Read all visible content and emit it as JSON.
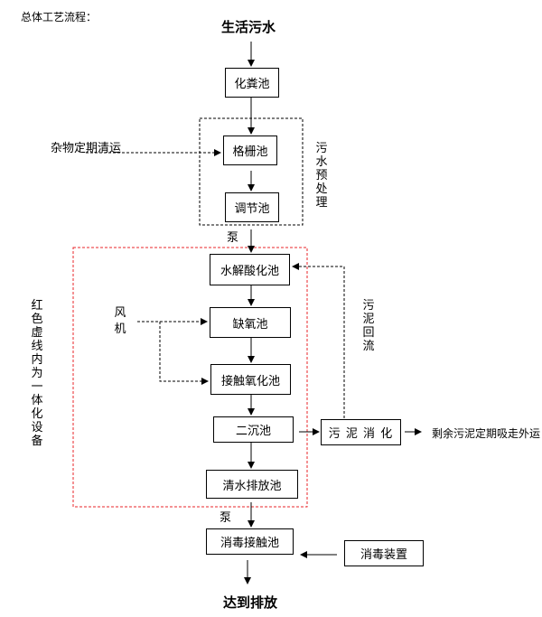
{
  "heading": "总体工艺流程：",
  "start": "生活污水",
  "end": "达到排放",
  "nodes": {
    "septic": "化粪池",
    "grille": "格栅池",
    "regulate": "调节池",
    "hydrolysis": "水解酸化池",
    "anoxic": "缺氧池",
    "contact_oxidation": "接触氧化池",
    "secondary_settling": "二沉池",
    "clear_water": "清水排放池",
    "disinfection_contact": "消毒接触池",
    "disinfection_device": "消毒装置",
    "sludge_digestion": "污 泥 消 化"
  },
  "labels": {
    "debris": "杂物定期清运",
    "pretreatment": "污水预处理",
    "pump1": "泵",
    "pump2": "泵",
    "blower": "风机",
    "integrated": "红色虚线内为一体化设备",
    "sludge_return": "污泥回流",
    "excess_sludge": "剩余污泥定期吸走外运"
  },
  "colors": {
    "line": "#000000",
    "integrated_border": "#e8262a"
  }
}
